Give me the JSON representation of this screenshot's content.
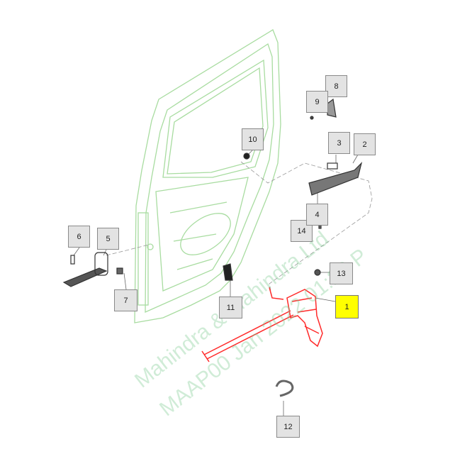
{
  "diagram": {
    "callouts": [
      {
        "id": "1",
        "selected": true
      },
      {
        "id": "2"
      },
      {
        "id": "3"
      },
      {
        "id": "4"
      },
      {
        "id": "5"
      },
      {
        "id": "6"
      },
      {
        "id": "7"
      },
      {
        "id": "8"
      },
      {
        "id": "9"
      },
      {
        "id": "10"
      },
      {
        "id": "11"
      },
      {
        "id": "12"
      },
      {
        "id": "13"
      },
      {
        "id": "14"
      }
    ],
    "colors": {
      "door": "#a8dca0",
      "highlight": "#ff2a2a",
      "selected_callout": "#ffff00",
      "callout_bg": "#e3e3e3"
    },
    "watermark": {
      "line1": "Mahindra & Mahindra Ltd",
      "line2": "MAAP00   Jan 2022 01:22 P"
    }
  }
}
